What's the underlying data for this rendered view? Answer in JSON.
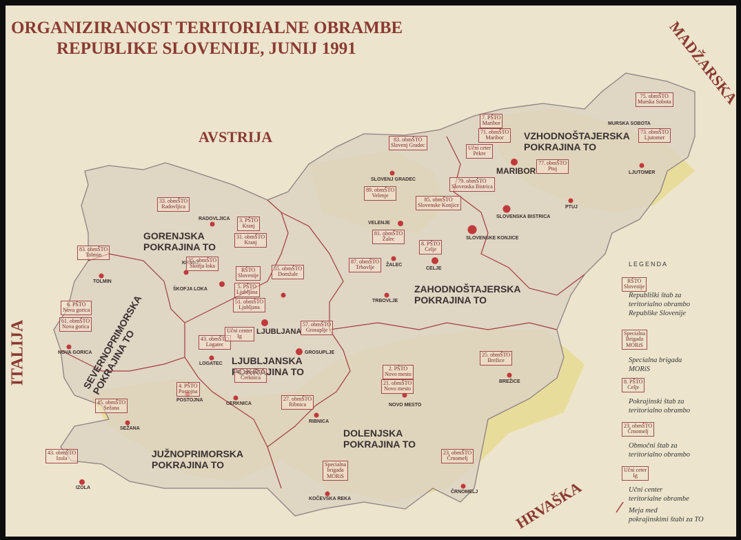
{
  "title": {
    "line1": "ORGANIZIRANOST TERITORIALNE OBRAMBE",
    "line2": "REPUBLIKE SLOVENIJE, JUNIJ 1991"
  },
  "countries": {
    "austria": "AVSTRIJA",
    "italy": "ITALIJA",
    "hungary": "MADŽARSKA",
    "croatia": "HRVAŠKA"
  },
  "regions": {
    "gorenjska": {
      "line1": "GORENJSKA",
      "line2": "POKRAJINA TO"
    },
    "ljubljanska": {
      "line1": "LJUBLJANSKA",
      "line2": "POKRAJINA TO"
    },
    "dolenjska": {
      "line1": "DOLENJSKA",
      "line2": "POKRAJINA TO"
    },
    "juznoprimorska": {
      "line1": "JUŽNOPRIMORSKA",
      "line2": "POKRAJINA TO"
    },
    "severnoprimorska": {
      "line1": "SEVERNOPRIMORSKA",
      "line2": "POKRAJINA TO"
    },
    "zahodnostajerska": {
      "line1": "ZAHODNOŠTAJERSKA",
      "line2": "POKRAJINA TO"
    },
    "vzhodnostajerska": {
      "line1": "VZHODNOŠTAJERSKA",
      "line2": "POKRAJINA TO"
    }
  },
  "cities": {
    "tolmin": "TOLMIN",
    "nova_gorica": "NOVA GORICA",
    "radovljica": "RADOVLJICA",
    "kranj": "KRANJ",
    "skofja_loka": "ŠKOFJA LOKA",
    "ljubljana": "LJUBLJANA",
    "logatec": "LOGATEC",
    "postojna": "POSTOJNA",
    "cerknica": "CERKNICA",
    "sezana": "SEŽANA",
    "izola": "IZOLA",
    "ribnica": "RIBNICA",
    "kocevska_reka": "KOČEVSKA REKA",
    "grosuplje": "GROSUPLJE",
    "novo_mesto": "NOVO MESTO",
    "crnomelj": "ČRNOMELJ",
    "brezice": "BREŽICE",
    "trbovlje": "TRBOVLJE",
    "zalec": "ŽALEC",
    "celje": "CELJE",
    "velenje": "VELENJE",
    "slovenj_gradec": "SLOVENJ GRADEC",
    "slovenska_bistrica": "SLOVENSKA BISTRICA",
    "slovenske_konjice": "SLOVENSKE KONJICE",
    "maribor": "MARIBOR",
    "ptuj": "PTUJ",
    "ljutomer": "LJUTOMER",
    "murska_sobota": "MURSKA SOBOTA"
  },
  "labels": {
    "l83_tolmin": {
      "a": "83. obmŠTO",
      "b": "Tolmin"
    },
    "l33_radovljica": {
      "a": "33. obmŠTO",
      "b": "Radovljica"
    },
    "l3_kranj": {
      "a": "3. PŠTO",
      "b": "Kranj"
    },
    "l31_kranj": {
      "a": "31. obmŠTO",
      "b": "Kranj"
    },
    "l35_skofja": {
      "a": "35. obmŠTO",
      "b": "Škofja loka"
    },
    "rsto": {
      "a": "RŠTO",
      "b": "Slovenije"
    },
    "l5_ljubljana": {
      "a": "5. PŠTO",
      "b": "Ljubljana"
    },
    "l51_ljubljana": {
      "a": "51. obmŠTO",
      "b": "Ljubljana"
    },
    "l55_domzale": {
      "a": "55. obmŠTO",
      "b": "Domžale"
    },
    "l6_novagorica": {
      "a": "6. PŠTO",
      "b": "Nova gorica"
    },
    "l61_novagorica": {
      "a": "61. obmŠTO",
      "b": "Nova gorica"
    },
    "l43_logatec": {
      "a": "43. obmŠTO",
      "b": "Logatec"
    },
    "ucni_ig": {
      "a": "Učni center",
      "b": "Ig"
    },
    "l57_grosuplje": {
      "a": "57. obmŠTO",
      "b": "Grosuplje"
    },
    "l41_cerknica": {
      "a": "41. obmŠTO",
      "b": "Cerknica"
    },
    "l4_postojna": {
      "a": "4. PŠTO",
      "b": "Postojna"
    },
    "l45_sezana": {
      "a": "45. obmŠTO",
      "b": "Sežana"
    },
    "l43_izola": {
      "a": "43. obmŠTO",
      "b": "Izola"
    },
    "l27_ribnica": {
      "a": "27. obmŠTO",
      "b": "Ribnica"
    },
    "spec_brigada": {
      "a": "Specialna",
      "b": "brigada",
      "c": "MORiS"
    },
    "l2_novomesto": {
      "a": "2. PŠTO",
      "b": "Novo mesto"
    },
    "l21_novomesto": {
      "a": "21. obmŠTO",
      "b": "Novo mesto"
    },
    "l23_crnomelj": {
      "a": "23. obmŠTO",
      "b": "Črnomelj"
    },
    "l25_brezice": {
      "a": "25. obmŠTO",
      "b": "Brežice"
    },
    "l87_trbovlje": {
      "a": "87. obmŠTO",
      "b": "Trbovlje"
    },
    "l81_zalec": {
      "a": "81. obmŠTO",
      "b": "Žalec"
    },
    "l8_celje": {
      "a": "8. PŠTO",
      "b": "Celje"
    },
    "l89_velenje": {
      "a": "89. obmŠTO",
      "b": "Velenje"
    },
    "l85_konjice": {
      "a": "85. obmŠTO",
      "b": "Slovenske Konjice"
    },
    "l83_slovenjgradec": {
      "a": "83. obmŠTO",
      "b": "Slovenj Gradec"
    },
    "l79_bistrica": {
      "a": "79. obmŠTO",
      "b": "Slovenska Bistrica"
    },
    "l7_maribor": {
      "a": "7. PŠTO",
      "b": "Maribor"
    },
    "l71_maribor": {
      "a": "71. obmŠTO",
      "b": "Maribor"
    },
    "ucni_pekre": {
      "a": "Učni ceter",
      "b": "Pekre"
    },
    "l77_ptuj": {
      "a": "77. obmŠTO",
      "b": "Ptuj"
    },
    "l75_murska": {
      "a": "75. obmŠTO",
      "b": "Murska Sobota"
    },
    "l73_ljutomer": {
      "a": "73. obmŠTO",
      "b": "Ljutomer"
    }
  },
  "legend": {
    "title": "LEGENDA",
    "rsto": {
      "box_a": "RŠTO",
      "box_b": "Slovenije",
      "desc1": "Republiški štab za",
      "desc2": "teritorialno obrambo",
      "desc3": "Republike Slovenije"
    },
    "brigada": {
      "box_a": "Specialna",
      "box_b": "Brigada",
      "box_c": "MORiS",
      "desc1": "Specialna brigada",
      "desc2": "MORiS"
    },
    "psto": {
      "box_a": "8. PŠTO",
      "box_b": "Celje",
      "desc1": "Pokrajinski štab za",
      "desc2": "teritorialno obrambo"
    },
    "obmsto": {
      "box_a": "23. obmŠTO",
      "box_b": "Črnomelj",
      "desc1": "Območni štab za",
      "desc2": "teritorialno obrambo"
    },
    "ucni": {
      "box_a": "Učni ceter",
      "box_b": "Ig",
      "desc1": "Učni center",
      "desc2": "teritorialne obrambe"
    },
    "meja": {
      "desc1": "Meja med",
      "desc2": "pokrajinskimi štabi za TO"
    }
  },
  "colors": {
    "background": "#ece4cc",
    "region_fill": "#ddd3c2",
    "yellow_area": "#e6d98a",
    "border_line": "#a33c3c",
    "headquarters_dot": "#c0393b",
    "title_text": "#8a3a33"
  }
}
